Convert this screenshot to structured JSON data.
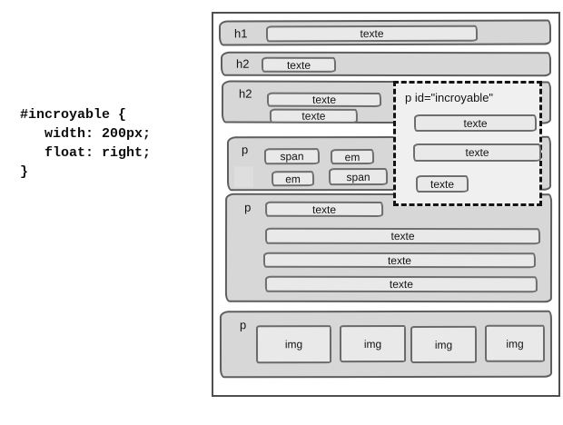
{
  "css_code": {
    "text": "#incroyable {\n   width: 200px;\n   float: right;\n}"
  },
  "diagram": {
    "blocks": {
      "h1": {
        "label": "h1",
        "texte": "texte"
      },
      "h2a": {
        "label": "h2",
        "texte": "texte"
      },
      "h2b": {
        "label": "h2",
        "texte1": "texte",
        "texte2": "texte"
      },
      "p_inline": {
        "label": "p",
        "span1": "span",
        "em1": "em",
        "em2": "em",
        "span2": "span"
      },
      "p_text": {
        "label": "p",
        "texte1": "texte",
        "texte2": "texte",
        "texte3": "texte",
        "texte4": "texte"
      },
      "p_images": {
        "label": "p",
        "img1": "img",
        "img2": "img",
        "img3": "img",
        "img4": "img"
      }
    },
    "float_box": {
      "title": "p id=\"incroyable\"",
      "texte1": "texte",
      "texte2": "texte",
      "texte3": "texte"
    },
    "colors": {
      "block_bg": "#d7d7d7",
      "inner_box_bg": "#e9e9e9",
      "float_bg": "#f0f0f0",
      "block_stroke": "#5e5e5e",
      "container_border": "#4f4f4f",
      "dashed_border": "#141414"
    }
  }
}
